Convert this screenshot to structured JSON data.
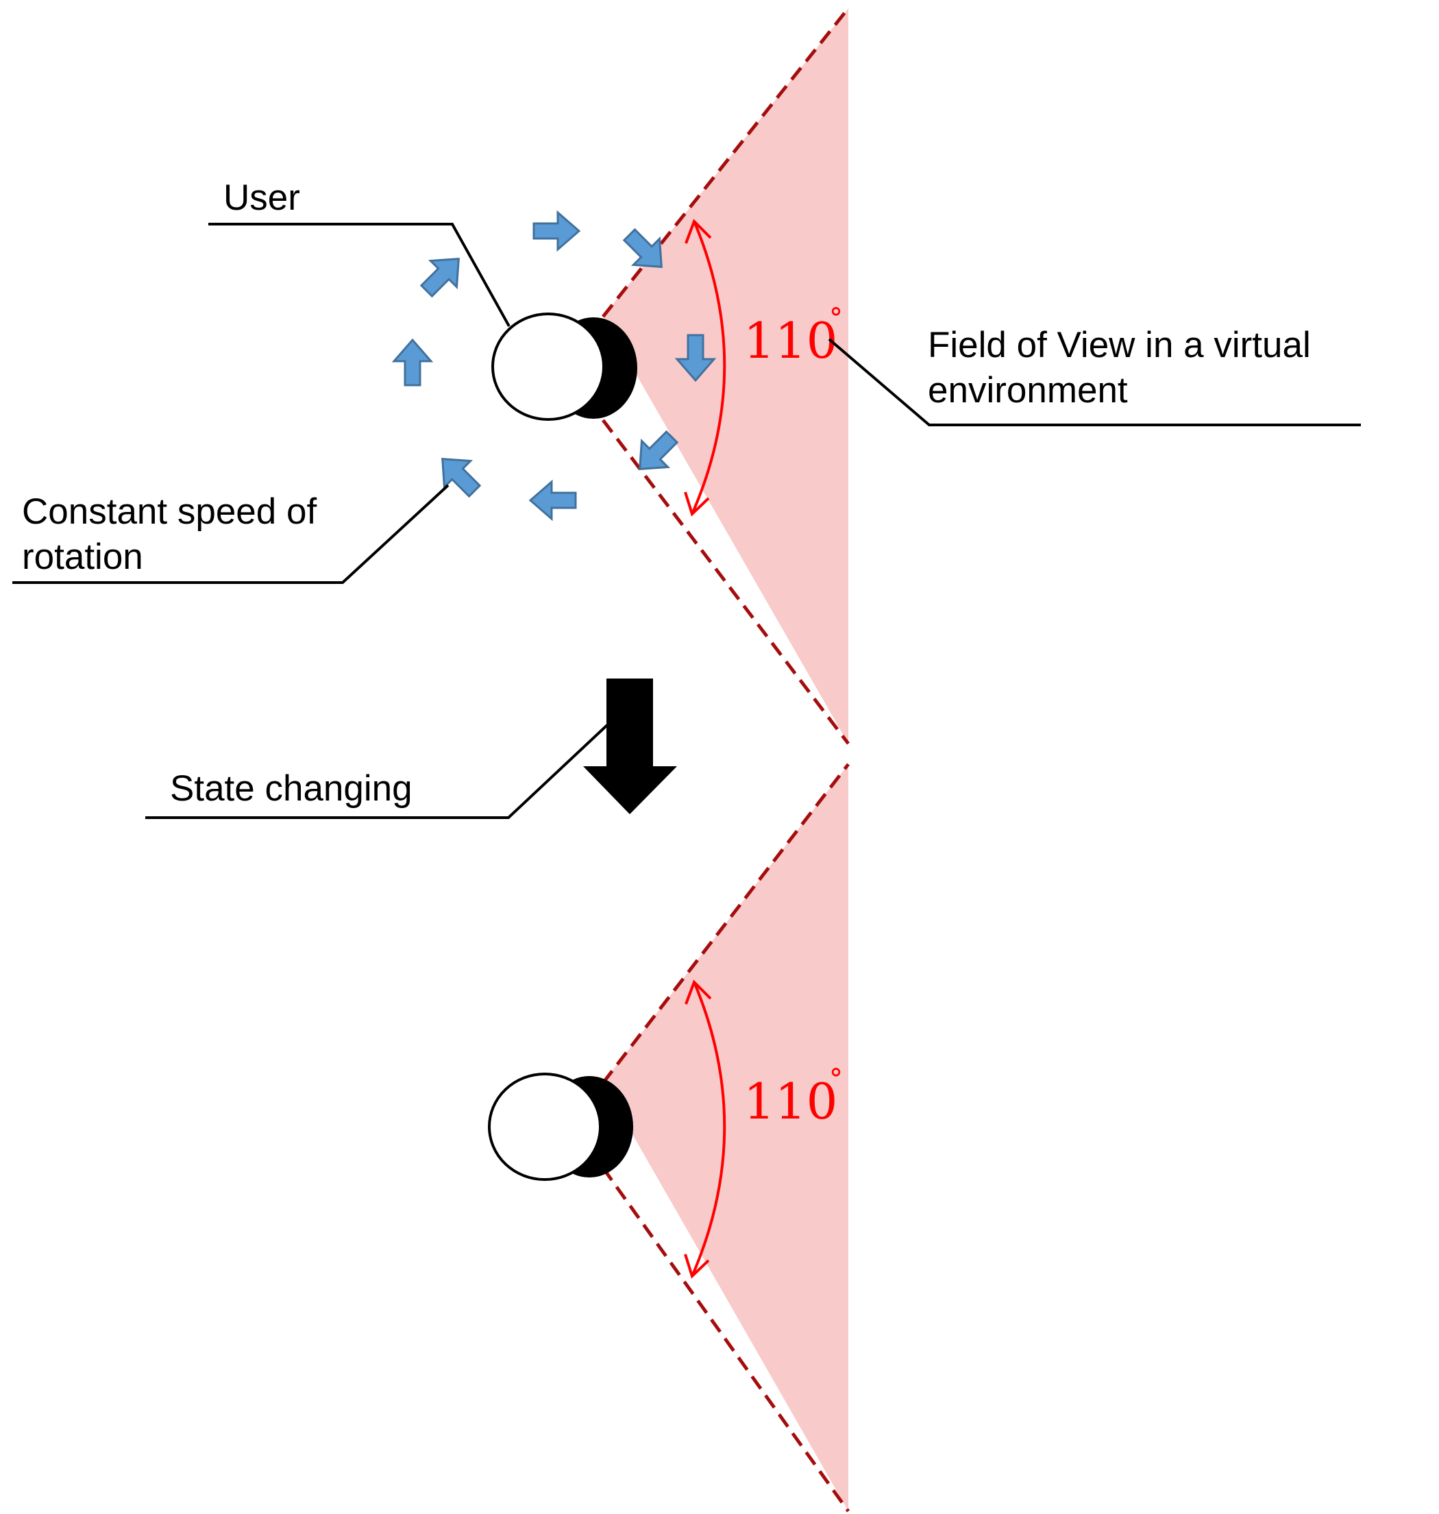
{
  "labels": {
    "user": "User",
    "rotation_line1": "Constant speed of",
    "rotation_line2": "rotation",
    "fov_line1": "Field of View in a virtual",
    "fov_line2": "environment",
    "state_changing": "State changing"
  },
  "top_scene": {
    "angle_value": "110",
    "angle_unit": "°"
  },
  "bottom_scene": {
    "angle_value": "110",
    "angle_unit": "°"
  },
  "colors": {
    "fov_fill": "#f9caca",
    "fov_edge": "#a50d0d",
    "angle_arc": "#ff0000",
    "rotation_arrow_fill": "#5b9bd5",
    "rotation_arrow_stroke": "#41719c",
    "head": "#ffffff",
    "face": "#000000"
  },
  "icons": {
    "rotation_arrows": "block-arrow-icon",
    "state_arrow": "down-arrow-icon"
  }
}
